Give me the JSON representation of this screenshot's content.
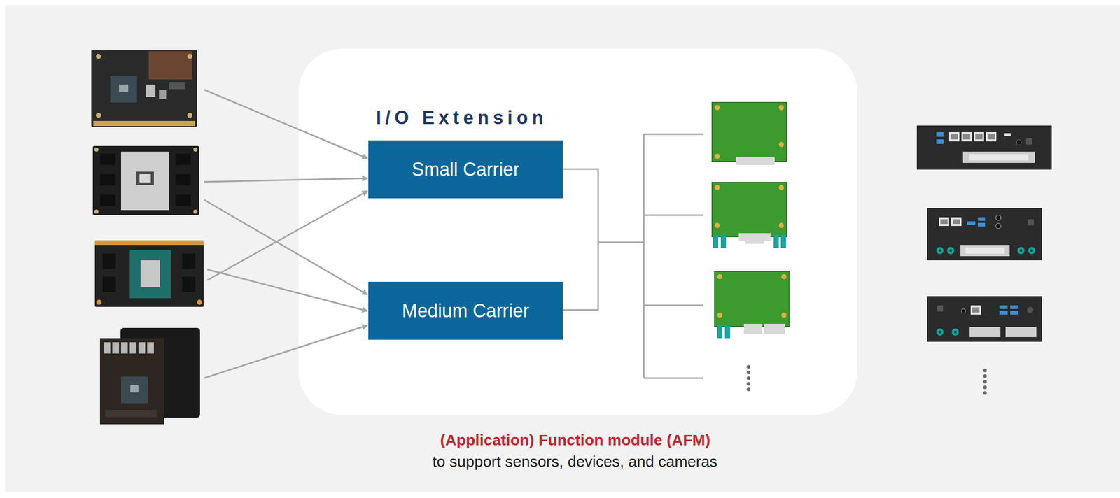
{
  "diagram": {
    "nodes": [
      {
        "text": [
          "I/O Extension"
        ]
      },
      {
        "text": [
          "Small Carrier"
        ],
        "in": 0
      },
      {
        "text": [
          "Medium Carrier"
        ],
        "in": 0
      }
    ],
    "labels": [
      "(Application) Function module (AFM)",
      "to support sensors, devices, and cameras"
    ]
  }
}
